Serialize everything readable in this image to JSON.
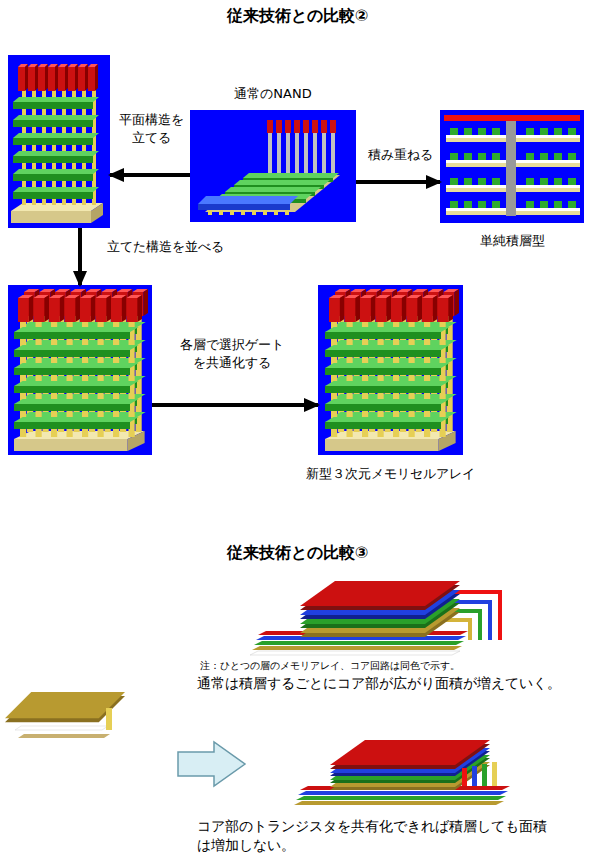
{
  "diagram": {
    "title": "従来技術との比較②",
    "nodes": [
      {
        "text": []
      },
      {
        "text": [
          "通常のNAND"
        ]
      },
      {
        "text": [
          "単純積層型"
        ]
      },
      {
        "text": []
      },
      {
        "text": [
          "新型３次元メモリセルアレイ"
        ]
      }
    ],
    "edges": [
      {
        "from": 1,
        "to": 0,
        "arrow": "to",
        "label": "平面構造を 立てる"
      },
      {
        "from": 1,
        "to": 2,
        "arrow": "to",
        "label": "積み重ねる"
      },
      {
        "from": 0,
        "to": 3,
        "arrow": "to",
        "label": "立てた構造を並べる"
      },
      {
        "from": 3,
        "to": 4,
        "arrow": "to",
        "label": "各層で選択ゲート を共通化する"
      }
    ],
    "labels": [
      "従来技術との比較③",
      "注：ひとつの層のメモリアレイ、コア回路は同色で示す。",
      "通常は積層するごとにコア部が広がり面積が増えていく。",
      "コア部のトランジスタを共有化できれば積層しても面積 は増加しない。"
    ]
  }
}
